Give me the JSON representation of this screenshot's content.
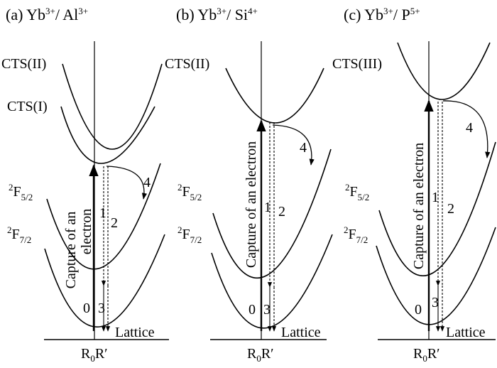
{
  "panels": [
    {
      "title": {
        "prefix": "(a) Yb",
        "sup1": "3+",
        "mid": "/ Al",
        "sup2": "3+"
      },
      "cts_upper": "CTS(II)",
      "cts_lower": "CTS(I)",
      "f52": {
        "base": "F",
        "pre": "2",
        "sub": "5/2"
      },
      "f72": {
        "base": "F",
        "pre": "2",
        "sub": "7/2"
      },
      "capture": "Capture of an",
      "capture2": "electron",
      "n1": "1",
      "n2": "2",
      "n3": "3",
      "n4": "4",
      "n0": "0",
      "lattice": "Lattice",
      "axis": {
        "r0": "R",
        "r0sub": "0",
        "rp": "R′"
      }
    },
    {
      "title": {
        "prefix": "(b) Yb",
        "sup1": "3+",
        "mid": "/ Si",
        "sup2": "4+"
      },
      "cts_upper": "CTS(II)",
      "f52": {
        "base": "F",
        "pre": "2",
        "sub": "5/2"
      },
      "f72": {
        "base": "F",
        "pre": "2",
        "sub": "7/2"
      },
      "capture": "Capture of an electron",
      "n1": "1",
      "n2": "2",
      "n3": "3",
      "n4": "4",
      "n0": "0",
      "lattice": "Lattice",
      "axis": {
        "r0": "R",
        "r0sub": "0",
        "rp": "R′"
      }
    },
    {
      "title": {
        "prefix": "(c) Yb",
        "sup1": "3+",
        "mid": "/ P",
        "sup2": "5+"
      },
      "cts_upper": "CTS(III)",
      "f52": {
        "base": "F",
        "pre": "2",
        "sub": "5/2"
      },
      "f72": {
        "base": "F",
        "pre": "2",
        "sub": "7/2"
      },
      "capture": "Capture of an electron",
      "n1": "1",
      "n2": "2",
      "n3": "3",
      "n4": "4",
      "n0": "0",
      "lattice": "Lattice",
      "axis": {
        "r0": "R",
        "r0sub": "0",
        "rp": "R′"
      }
    }
  ]
}
